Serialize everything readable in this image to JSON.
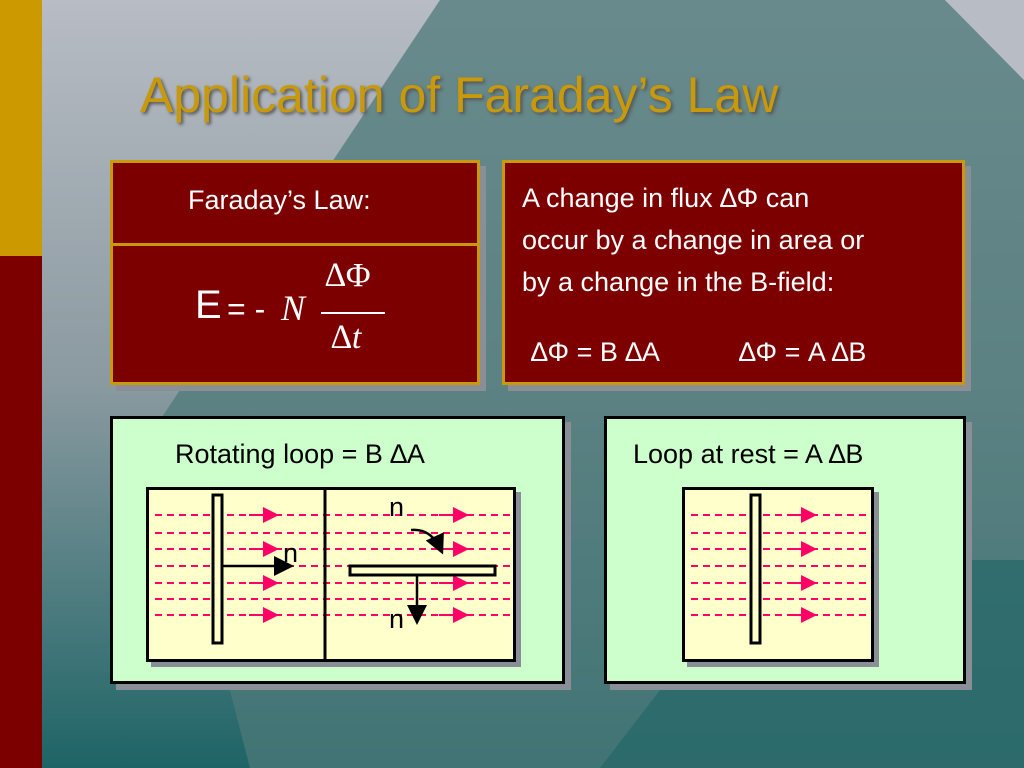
{
  "title": "Application of Faraday’s Law",
  "law_box": {
    "header": "Faraday’s Law:",
    "emf_symbol": "E",
    "equals_minus": "= -",
    "n_symbol": "N",
    "numerator": "∆Φ",
    "denominator": "∆",
    "denominator_var": "t"
  },
  "flux_box": {
    "line1": "A change in flux ∆Φ can",
    "line2": "occur by a change in area or",
    "line3": "by a change in the B-field:",
    "eq1": "∆Φ = B ∆A",
    "eq2": "∆Φ = A ∆B"
  },
  "rotating_box": {
    "caption": "Rotating loop = B ∆A",
    "normal_label_left": "n",
    "normal_label_top": "n",
    "normal_label_bottom": "n"
  },
  "rest_box": {
    "caption": "Loop at rest = A ∆B"
  },
  "colors": {
    "title": "#c8990a",
    "box_red": "#7d0000",
    "box_border_gold": "#c8990a",
    "green_fill": "#ccffcc",
    "field_fill": "#ffffcc",
    "field_lines": "#ff0066"
  }
}
